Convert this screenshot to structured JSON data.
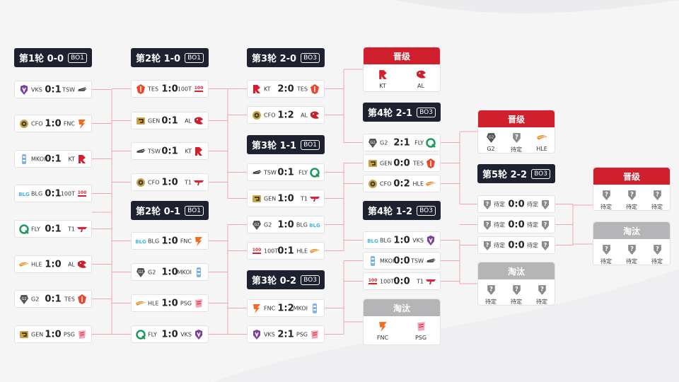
{
  "colors": {
    "header_bg": "#1d2130",
    "qualify_red": "#d0202d",
    "eliminated_gray": "#b5b5b7",
    "line_pink": "#f2a7ad"
  },
  "teams": {
    "VKS": "purple-shield-icon",
    "TSW": "eagle-wing-icon",
    "CFO": "gold-ring-icon",
    "FNC": "orange-fnc-icon",
    "MKOI": "blue-totem-icon",
    "KT": "red-kt-icon",
    "BLG": "cyan-blg-icon",
    "100T": "red-100t-icon",
    "FLY": "green-q-icon",
    "T1": "red-t1-icon",
    "HLE": "orange-wing-icon",
    "AL": "red-dragon-icon",
    "G2": "gray-samurai-icon",
    "TES": "red-tes-icon",
    "GEN": "gold-gen-icon",
    "PSG": "pink-psg-icon",
    "待定": "gray-shield-question-icon"
  },
  "rounds": {
    "r1": {
      "title": "第1轮 0-0",
      "bo": "BO1",
      "matches": [
        {
          "a": "VKS",
          "score": "0:1",
          "b": "TSW"
        },
        {
          "a": "CFO",
          "score": "1:0",
          "b": "FNC"
        },
        {
          "a": "MKOI",
          "score": "0:1",
          "b": "KT"
        },
        {
          "a": "BLG",
          "score": "0:1",
          "b": "100T"
        },
        {
          "a": "FLY",
          "score": "0:1",
          "b": "T1"
        },
        {
          "a": "HLE",
          "score": "1:0",
          "b": "AL"
        },
        {
          "a": "G2",
          "score": "0:1",
          "b": "TES"
        },
        {
          "a": "GEN",
          "score": "1:0",
          "b": "PSG"
        }
      ]
    },
    "r2a": {
      "title": "第2轮 1-0",
      "bo": "BO1",
      "matches": [
        {
          "a": "TES",
          "score": "1:0",
          "b": "100T"
        },
        {
          "a": "GEN",
          "score": "0:1",
          "b": "AL"
        },
        {
          "a": "TSW",
          "score": "0:1",
          "b": "KT"
        },
        {
          "a": "CFO",
          "score": "1:0",
          "b": "T1"
        }
      ]
    },
    "r2b": {
      "title": "第2轮 0-1",
      "bo": "BO1",
      "matches": [
        {
          "a": "BLG",
          "score": "1:0",
          "b": "FNC"
        },
        {
          "a": "G2",
          "score": "1:0",
          "b": "MKOI"
        },
        {
          "a": "HLE",
          "score": "1:0",
          "b": "PSG"
        },
        {
          "a": "FLY",
          "score": "1:0",
          "b": "VKS"
        }
      ]
    },
    "r3a": {
      "title": "第3轮 2-0",
      "bo": "BO3",
      "matches": [
        {
          "a": "KT",
          "score": "2:0",
          "b": "TES"
        },
        {
          "a": "CFO",
          "score": "1:2",
          "b": "AL"
        }
      ]
    },
    "r3b": {
      "title": "第3轮 1-1",
      "bo": "BO1",
      "matches": [
        {
          "a": "TSW",
          "score": "0:1",
          "b": "FLY"
        },
        {
          "a": "GEN",
          "score": "1:0",
          "b": "T1"
        },
        {
          "a": "G2",
          "score": "1:0",
          "b": "BLG"
        },
        {
          "a": "100T",
          "score": "0:1",
          "b": "HLE"
        }
      ]
    },
    "r3c": {
      "title": "第3轮 0-2",
      "bo": "BO3",
      "matches": [
        {
          "a": "FNC",
          "score": "1:2",
          "b": "MKOI"
        },
        {
          "a": "VKS",
          "score": "2:1",
          "b": "PSG"
        }
      ]
    },
    "r4a": {
      "title": "第4轮 2-1",
      "bo": "BO3",
      "matches": [
        {
          "a": "G2",
          "score": "2:1",
          "b": "FLY"
        },
        {
          "a": "GEN",
          "score": "0:0",
          "b": "TES"
        },
        {
          "a": "CFO",
          "score": "0:2",
          "b": "HLE"
        }
      ]
    },
    "r4b": {
      "title": "第4轮 1-2",
      "bo": "BO3",
      "matches": [
        {
          "a": "BLG",
          "score": "1:0",
          "b": "VKS"
        },
        {
          "a": "MKOI",
          "score": "0:0",
          "b": "TSW"
        },
        {
          "a": "100T",
          "score": "0:0",
          "b": "T1"
        }
      ]
    },
    "r5": {
      "title": "第5轮 2-2",
      "bo": "BO3",
      "matches": [
        {
          "a": "待定",
          "score": "0:0",
          "b": "待定"
        },
        {
          "a": "待定",
          "score": "0:0",
          "b": "待定"
        },
        {
          "a": "待定",
          "score": "0:0",
          "b": "待定"
        }
      ]
    }
  },
  "boxes": {
    "q1": {
      "title": "晋级",
      "kind": "qualify",
      "teams": [
        "KT",
        "AL"
      ]
    },
    "e1": {
      "title": "淘汰",
      "kind": "eliminated",
      "teams": [
        "FNC",
        "PSG"
      ]
    },
    "q2": {
      "title": "晋级",
      "kind": "qualify",
      "teams": [
        "G2",
        "待定",
        "HLE"
      ]
    },
    "e2": {
      "title": "淘汰",
      "kind": "eliminated",
      "teams": [
        "待定",
        "待定",
        "待定"
      ]
    },
    "q3": {
      "title": "晋级",
      "kind": "qualify",
      "teams": [
        "待定",
        "待定",
        "待定"
      ]
    },
    "e3": {
      "title": "淘汰",
      "kind": "eliminated",
      "teams": [
        "待定",
        "待定",
        "待定"
      ]
    }
  }
}
